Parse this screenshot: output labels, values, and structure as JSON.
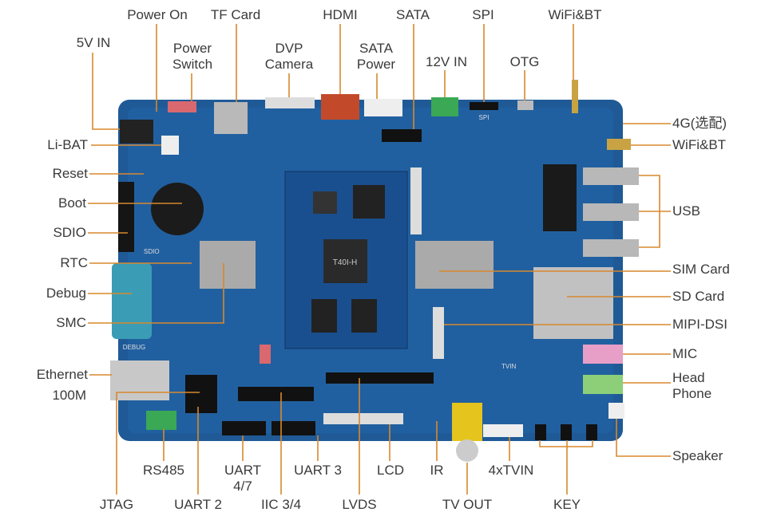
{
  "labels": {
    "power_on": "Power On",
    "tf_card": "TF Card",
    "hdmi": "HDMI",
    "sata": "SATA",
    "spi": "SPI",
    "wifi_bt_top": "WiFi&BT",
    "v5_in": "5V IN",
    "power_switch_1": "Power",
    "power_switch_2": "Switch",
    "dvp_1": "DVP",
    "dvp_2": "Camera",
    "sata_power_1": "SATA",
    "sata_power_2": "Power",
    "v12_in": "12V IN",
    "otg": "OTG",
    "li_bat": "Li-BAT",
    "reset": "Reset",
    "boot": "Boot",
    "sdio": "SDIO",
    "rtc": "RTC",
    "debug": "Debug",
    "smc": "SMC",
    "ethernet": "Ethernet",
    "eth_100m": "100M",
    "g4": "4G(选配)",
    "wifi_bt_right": "WiFi&BT",
    "usb": "USB",
    "sim_card": "SIM Card",
    "sd_card": "SD Card",
    "mipi_dsi": "MIPI-DSI",
    "mic": "MIC",
    "head_1": "Head",
    "head_2": "Phone",
    "speaker": "Speaker",
    "rs485": "RS485",
    "uart47_1": "UART",
    "uart47_2": "4/7",
    "uart3": "UART 3",
    "lcd": "LCD",
    "ir": "IR",
    "tvin": "4xTVIN",
    "jtag": "JTAG",
    "uart2": "UART 2",
    "iic": "IIC 3/4",
    "lvds": "LVDS",
    "tv_out": "TV OUT",
    "key": "KEY"
  },
  "board_marks": {
    "core_chip": "T40I-H",
    "silk_sdio": "SDIO",
    "silk_debug": "DEBUG",
    "silk_spi": "SPI",
    "silk_tvin": "TVIN"
  },
  "colors": {
    "board": "#1f5a97",
    "leader": "#d8882c"
  }
}
